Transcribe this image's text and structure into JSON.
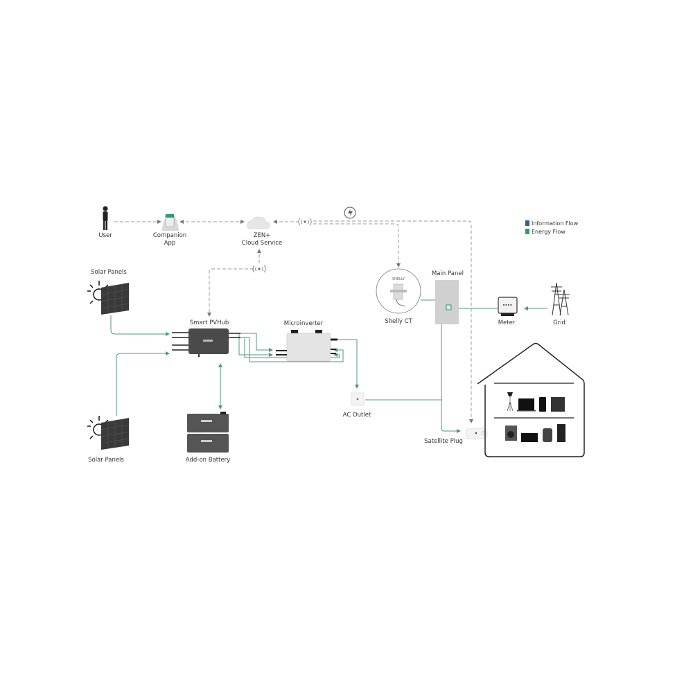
{
  "legend": {
    "items": [
      {
        "label": "Information Flow",
        "color": "#2f5f9e"
      },
      {
        "label": "Energy Flow",
        "color": "#2e9a72"
      }
    ]
  },
  "nodes": {
    "user": "User",
    "companion_app": [
      "Companion",
      "App"
    ],
    "cloud": [
      "ZEN+",
      "Cloud Service"
    ],
    "solar_panels_top": "Solar Panels",
    "solar_panels_bottom": "Solar Panels",
    "smart_pvhub": "Smart PVHub",
    "microinverter": "Microinverter",
    "add_on_battery": "Add-on Battery",
    "ac_outlet": "AC Outlet",
    "shelly_ct": "Shelly CT",
    "main_panel": "Main Panel",
    "meter": "Meter",
    "grid": "Grid",
    "satellite_plug": "Satellite Plug"
  },
  "colors": {
    "energy": "#4a9a80",
    "info": "#999999"
  }
}
